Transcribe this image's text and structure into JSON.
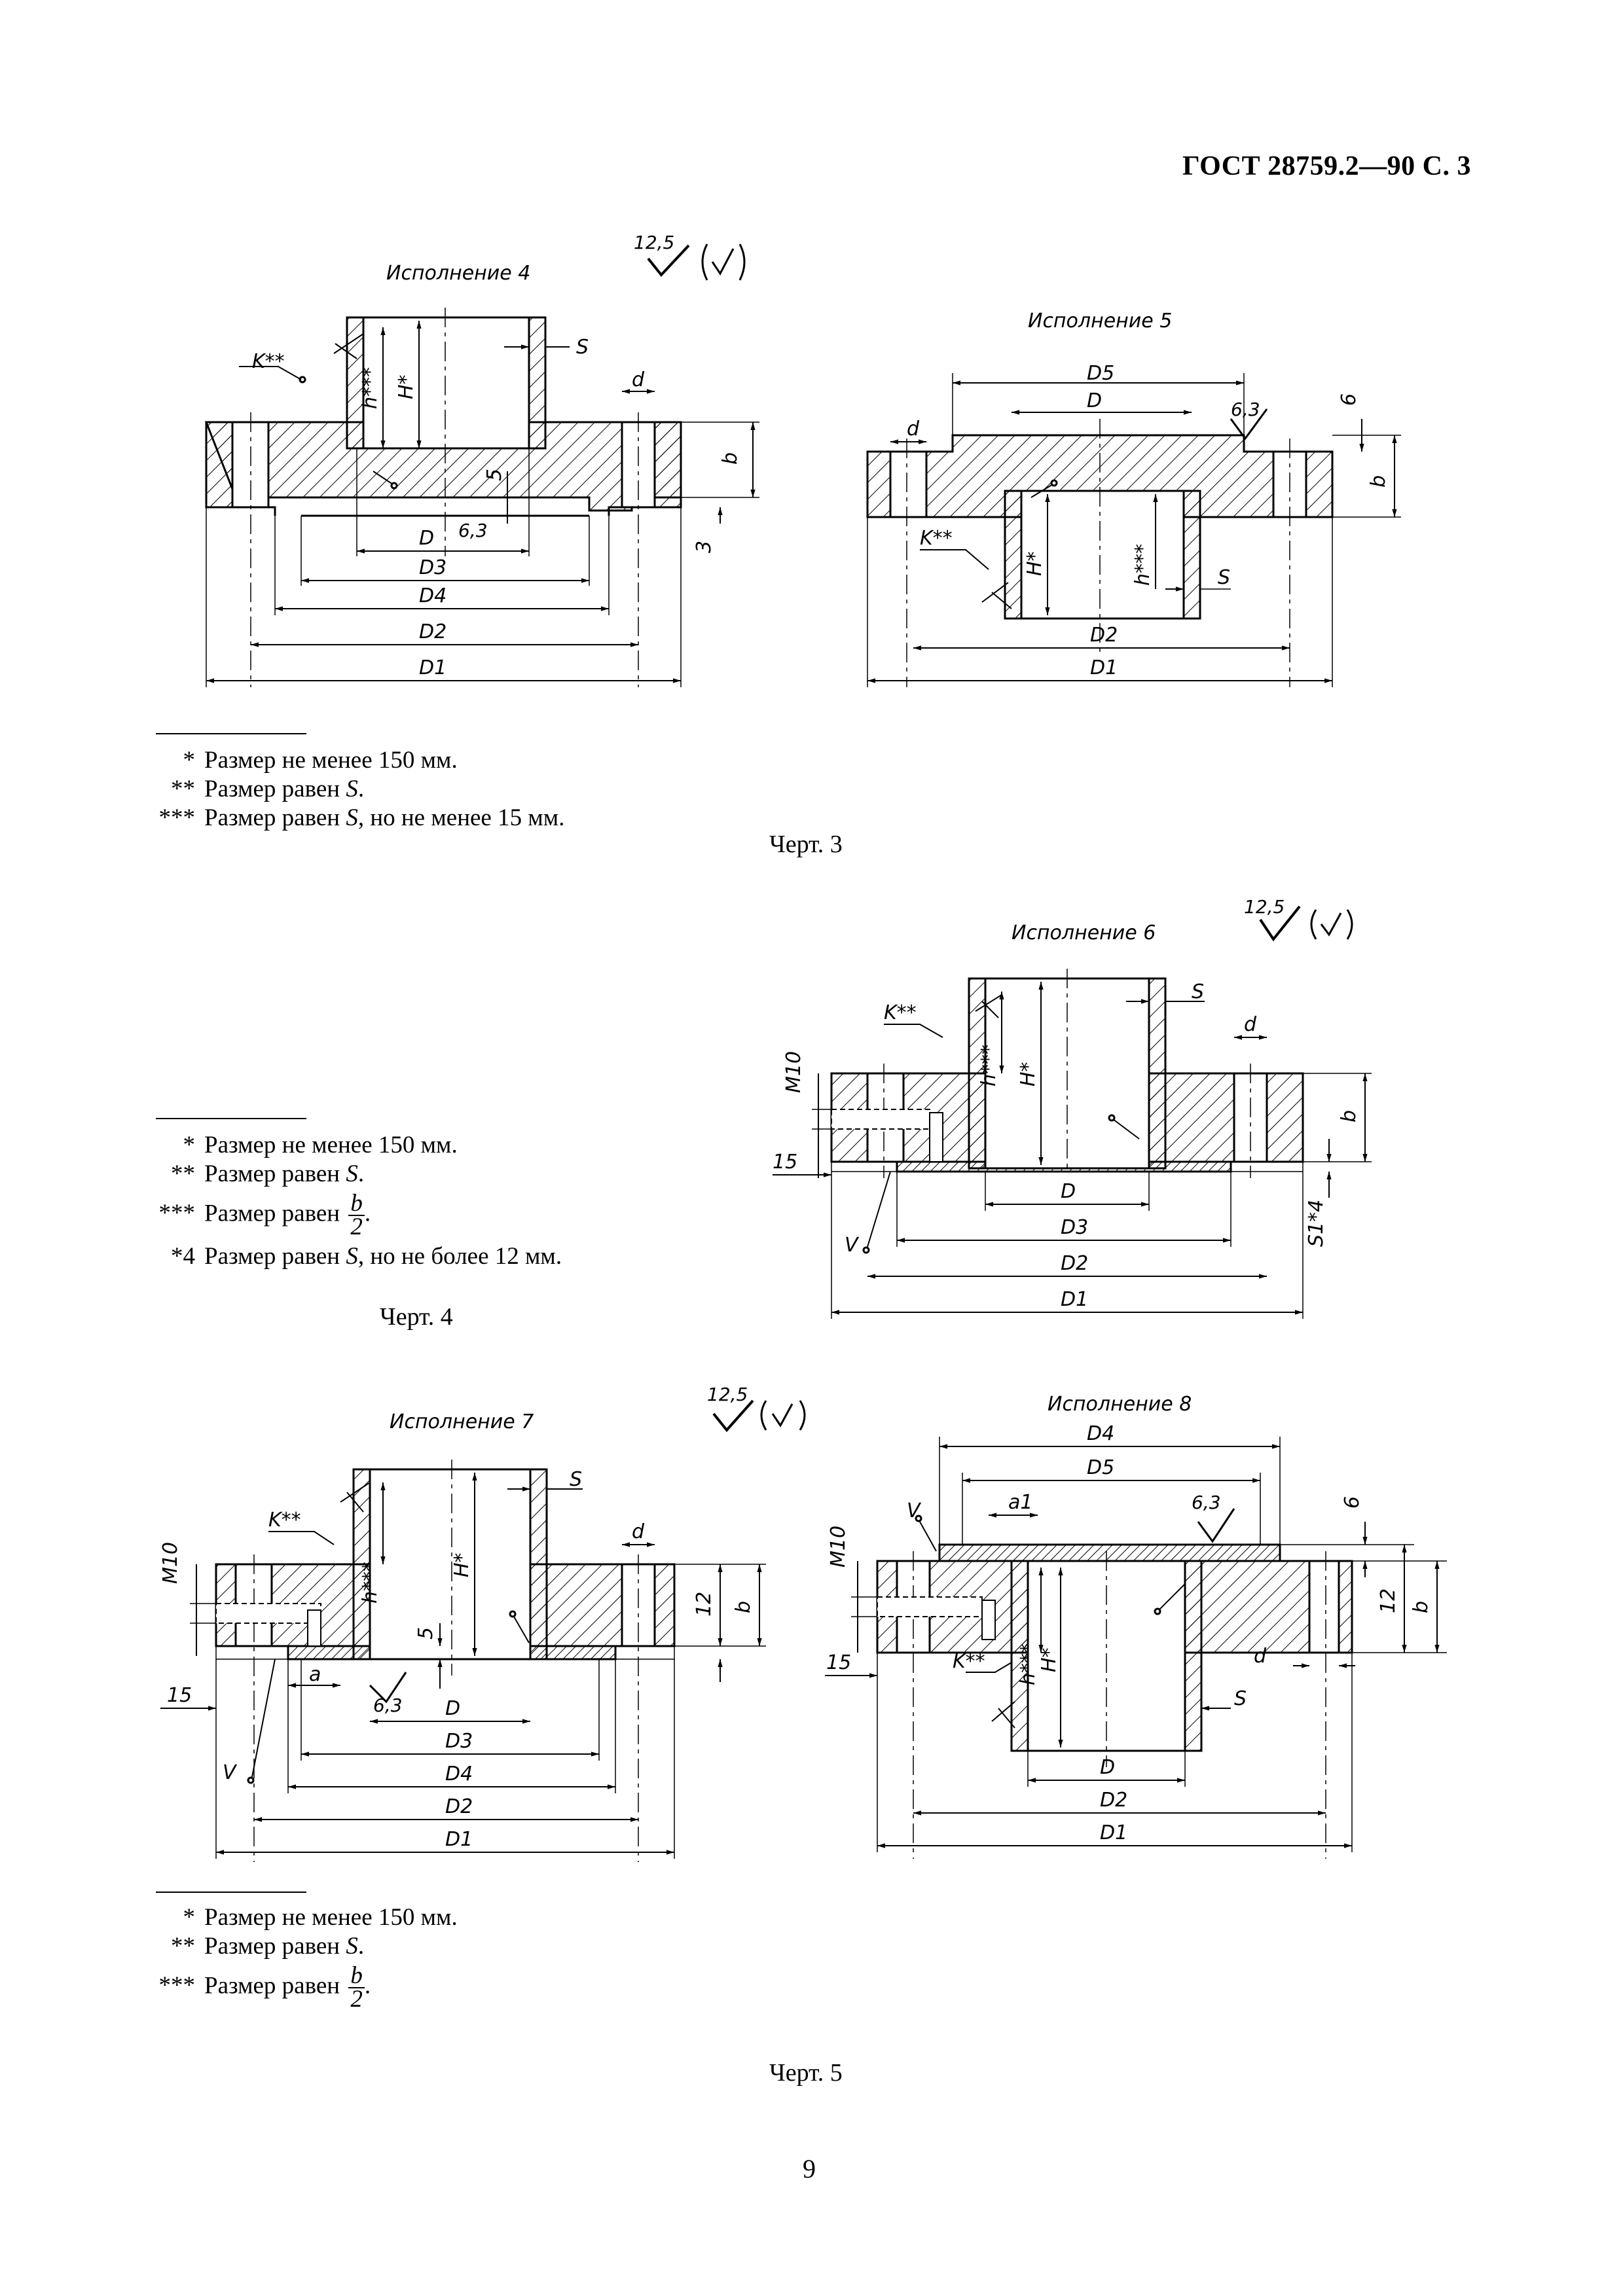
{
  "header": {
    "title": "ГОСТ 28759.2—90 С. 3"
  },
  "roughness": {
    "value": "12,5",
    "local": "6,3"
  },
  "figures": {
    "isp4": {
      "title": "Исполнение 4",
      "labels": {
        "s": "S",
        "d": "d",
        "H": "H*",
        "h": "h***",
        "K": "K**",
        "b": "b",
        "three": "3",
        "five": "5",
        "D": "D",
        "D3": "D3",
        "D4": "D4",
        "D2": "D2",
        "D1": "D1"
      }
    },
    "isp5": {
      "title": "Исполнение 5",
      "labels": {
        "d": "d",
        "D5": "D5",
        "D": "D",
        "six": "6",
        "b": "b",
        "K": "K**",
        "H": "H*",
        "h": "h***",
        "s": "S",
        "D2": "D2",
        "D1": "D1"
      }
    },
    "isp6": {
      "title": "Исполнение 6",
      "labels": {
        "s": "S",
        "d": "d",
        "K": "K**",
        "H": "H*",
        "h": "h***",
        "M10": "M10",
        "fifteen": "15",
        "b": "b",
        "s1": "S1*4",
        "V": "V",
        "D": "D",
        "D3": "D3",
        "D2": "D2",
        "D1": "D1"
      }
    },
    "isp7": {
      "title": "Исполнение 7",
      "labels": {
        "s": "S",
        "d": "d",
        "K": "K**",
        "H": "H*",
        "h": "h***",
        "M10": "M10",
        "fifteen": "15",
        "twelve": "12",
        "b": "b",
        "five": "5",
        "a": "a",
        "V": "V",
        "D": "D",
        "D3": "D3",
        "D4": "D4",
        "D2": "D2",
        "D1": "D1"
      }
    },
    "isp8": {
      "title": "Исполнение 8",
      "labels": {
        "D4": "D4",
        "D5": "D5",
        "a1": "a1",
        "V": "V",
        "M10": "M10",
        "six": "6",
        "twelve": "12",
        "b": "b",
        "fifteen": "15",
        "K": "K**",
        "h": "h***",
        "H": "H*",
        "d": "d",
        "s": "S",
        "D": "D",
        "D2": "D2",
        "D1": "D1"
      }
    }
  },
  "footnotes3": [
    {
      "mark": "*",
      "text": "Размер не менее 150 мм."
    },
    {
      "mark": "**",
      "text": "Размер равен",
      "var": "S",
      "tail": "."
    },
    {
      "mark": "***",
      "text": "Размер равен",
      "var": "S",
      "tail": ", но не менее 15 мм."
    }
  ],
  "caption3": "Черт. 3",
  "footnotes4": [
    {
      "mark": "*",
      "text": "Размер не менее 150 мм."
    },
    {
      "mark": "**",
      "text": "Размер равен",
      "var": "S",
      "tail": "."
    },
    {
      "mark": "***",
      "text": "Размер равен",
      "num": "b",
      "den": "2",
      "tail": "."
    },
    {
      "mark": "*4",
      "text": "Размер равен",
      "var": "S",
      "tail": ", но не более 12 мм."
    }
  ],
  "caption4": "Черт. 4",
  "footnotes5": [
    {
      "mark": "*",
      "text": "Размер не менее 150 мм."
    },
    {
      "mark": "**",
      "text": "Размер равен",
      "var": "S",
      "tail": "."
    },
    {
      "mark": "***",
      "text": "Размер равен",
      "num": "b",
      "den": "2",
      "tail": "."
    }
  ],
  "caption5": "Черт. 5",
  "page_number": "9"
}
